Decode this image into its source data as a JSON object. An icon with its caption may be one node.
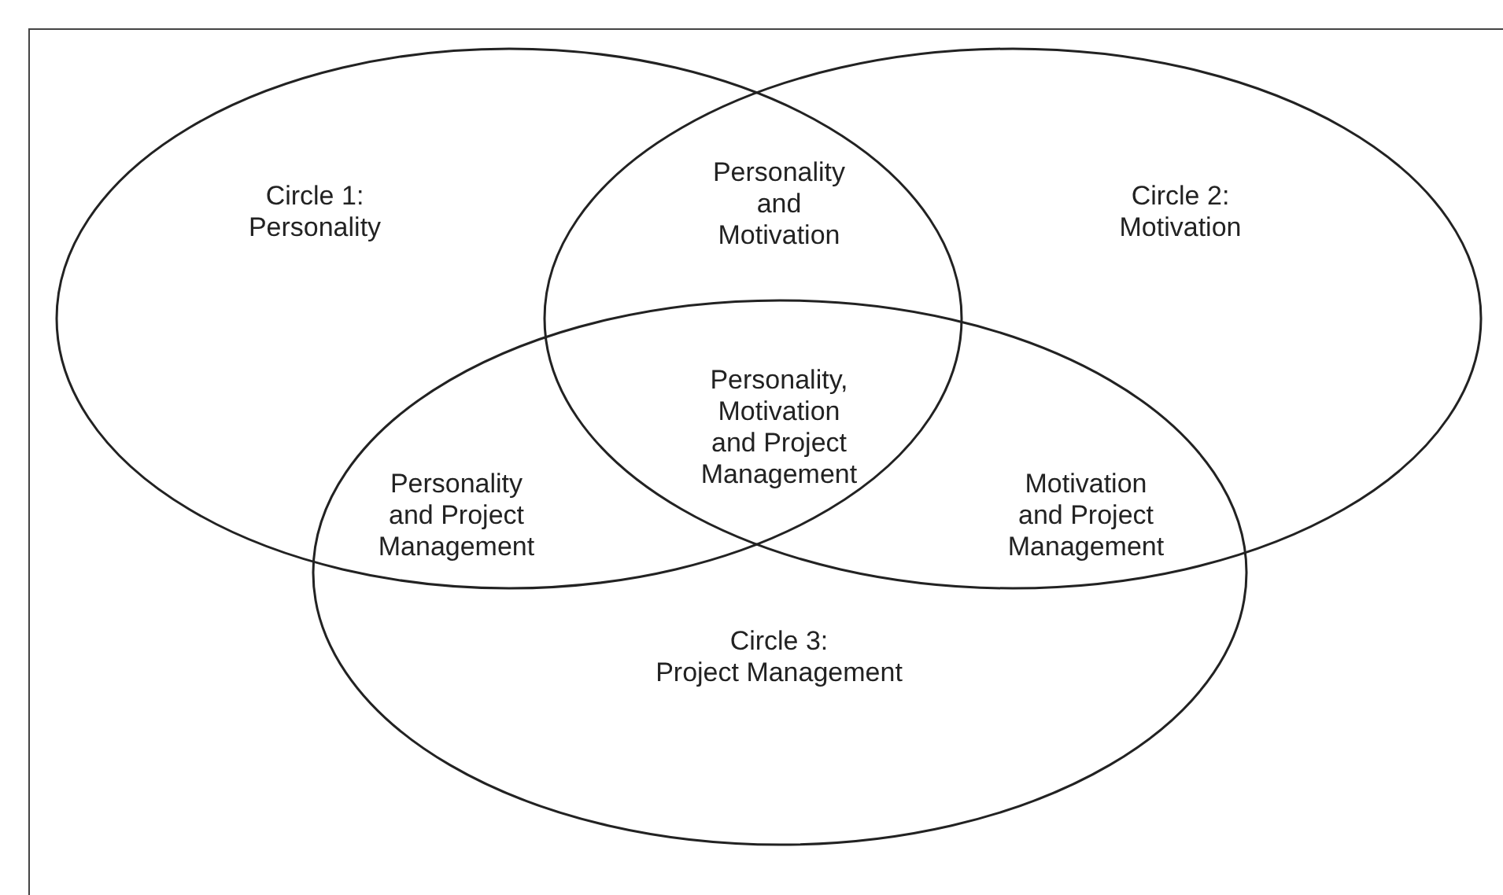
{
  "diagram": {
    "nodes": [
      {
        "text": [
          "Circle 1:",
          "Personality"
        ]
      },
      {
        "text": [
          "Circle 2:",
          "Motivation"
        ]
      },
      {
        "text": [
          "Circle 3:",
          "Project Management"
        ]
      }
    ],
    "labels": [
      "Personality and Motivation",
      "Personality, Motivation and Project Management",
      "Personality and Project Management",
      "Motivation and Project Management"
    ]
  }
}
